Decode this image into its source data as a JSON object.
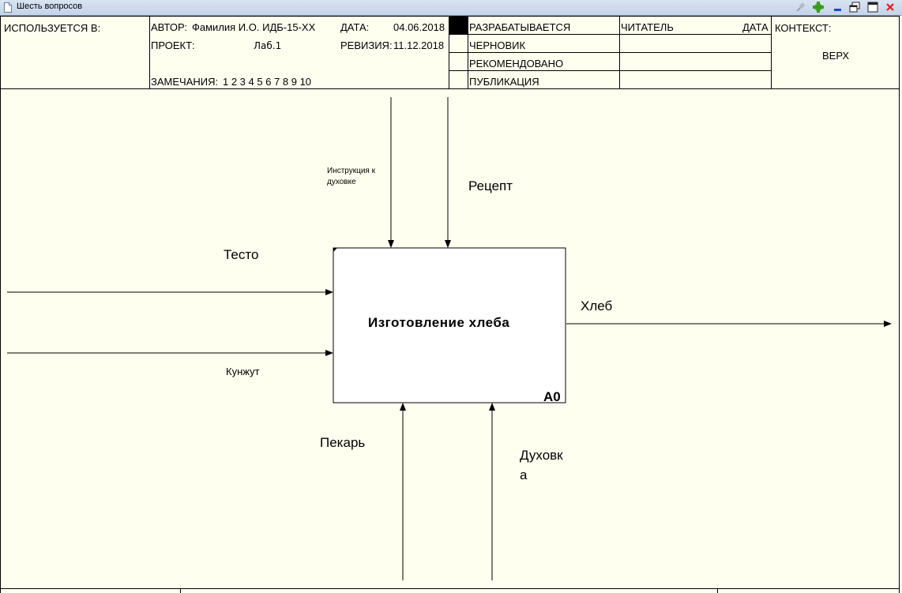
{
  "window": {
    "title": "Шесть вопросов"
  },
  "header": {
    "used_in_label": "ИСПОЛЬЗУЕТСЯ В:",
    "author_label": "АВТОР:",
    "author_value": "Фамилия И.О. ИДБ-15-ХХ",
    "project_label": "ПРОЕКТ:",
    "project_value": "Лаб.1",
    "notes_label": "ЗАМЕЧАНИЯ:",
    "notes_value": "1 2 3 4 5 6 7 8 9 10",
    "date_label": "ДАТА:",
    "date_value": "04.06.2018",
    "revision_label": "РЕВИЗИЯ:",
    "revision_value": "11.12.2018",
    "status": [
      "РАЗРАБАТЫВАЕТСЯ",
      "ЧЕРНОВИК",
      "РЕКОМЕНДОВАНО",
      "ПУБЛИКАЦИЯ"
    ],
    "reader_label": "ЧИТАТЕЛЬ",
    "reader_date_label": "ДАТА",
    "context_label": "КОНТЕКСТ:",
    "context_value": "ВЕРХ"
  },
  "diagram": {
    "box_title": "Изготовление хлеба",
    "box_number": "A0",
    "controls": [
      "Инструкция к духовке",
      "Рецепт"
    ],
    "inputs": [
      "Тесто",
      "Кунжут"
    ],
    "output": "Хлеб",
    "mechanisms": [
      "Пекарь",
      "Духовка"
    ]
  }
}
